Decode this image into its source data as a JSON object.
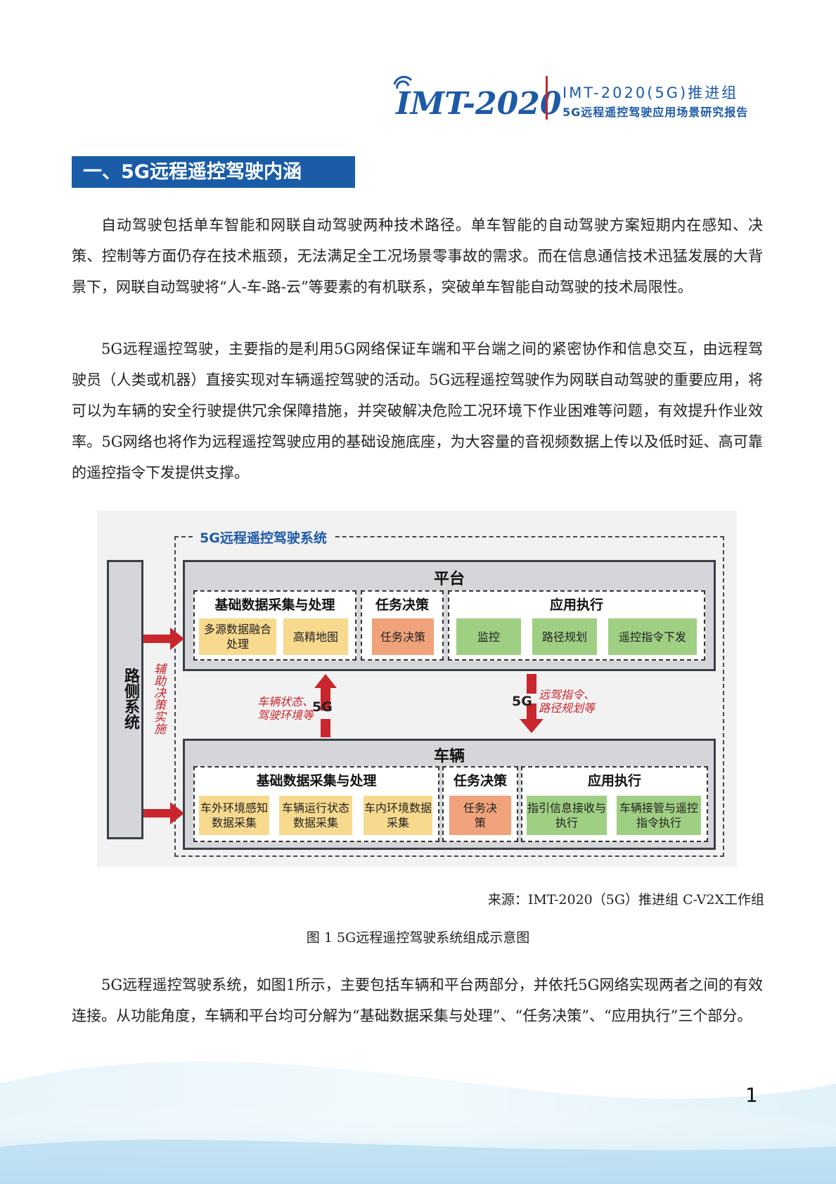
{
  "header": {
    "logo_text": "IMT-2020",
    "line1": "IMT-2020(5G)推进组",
    "line2": "5G远程遥控驾驶应用场景研究报告"
  },
  "section": {
    "title": "一、5G远程遥控驾驶内涵"
  },
  "paragraphs": {
    "p1": "自动驾驶包括单车智能和网联自动驾驶两种技术路径。单车智能的自动驾驶方案短期内在感知、决策、控制等方面仍存在技术瓶颈，无法满足全工况场景零事故的需求。而在信息通信技术迅猛发展的大背景下，网联自动驾驶将“人-车-路-云”等要素的有机联系，突破单车智能自动驾驶的技术局限性。",
    "p2": "5G远程遥控驾驶，主要指的是利用5G网络保证车端和平台端之间的紧密协作和信息交互，由远程驾驶员（人类或机器）直接实现对车辆遥控驾驶的活动。5G远程遥控驾驶作为网联自动驾驶的重要应用，将可以为车辆的安全行驶提供冗余保障措施，并突破解决危险工况环境下作业困难等问题，有效提升作业效率。5G网络也将作为远程遥控驾驶应用的基础设施底座，为大容量的音视频数据上传以及低时延、高可靠的遥控指令下发提供支撑。",
    "p3": "5G远程遥控驾驶系统，如图1所示，主要包括车辆和平台两部分，并依托5G网络实现两者之间的有效连接。从功能角度，车辆和平台均可分解为“基础数据采集与处理”、“任务决策”、“应用执行”三个部分。"
  },
  "diagram": {
    "system_label": "5G远程遥控驾驶系统",
    "roadside": "路侧系统",
    "assist_label": "辅助决策实施",
    "platform": {
      "title": "平台",
      "data_group": "基础数据采集与处理",
      "data_items": [
        "多源数据融合处理",
        "高精地图"
      ],
      "decision_group": "任务决策",
      "decision_item": "任务决策",
      "exec_group": "应用执行",
      "exec_items": [
        "监控",
        "路径规划",
        "遥控指令下发"
      ]
    },
    "vehicle": {
      "title": "车辆",
      "data_group": "基础数据采集与处理",
      "data_items": [
        "车外环境感知数据采集",
        "车辆运行状态数据采集",
        "车内环境数据采集"
      ],
      "decision_group": "任务决策",
      "decision_item": "任务决策",
      "exec_group": "应用执行",
      "exec_items": [
        "指引信息接收与执行",
        "车辆接管与遥控指令执行"
      ]
    },
    "uplink_label_1": "车辆状态、",
    "uplink_label_2": "驾驶环境等",
    "downlink_label_1": "远驾指令、",
    "downlink_label_2": "路径规划等",
    "g5_left": "5G",
    "g5_right": "5G",
    "colors": {
      "data": "#f8da8f",
      "decision": "#f0a37b",
      "exec": "#9fcf83",
      "arrow": "#c9262d"
    }
  },
  "figure": {
    "source": "来源：IMT-2020（5G）推进组 C-V2X工作组",
    "caption": "图 1 5G远程遥控驾驶系统组成示意图"
  },
  "page_number": "1"
}
